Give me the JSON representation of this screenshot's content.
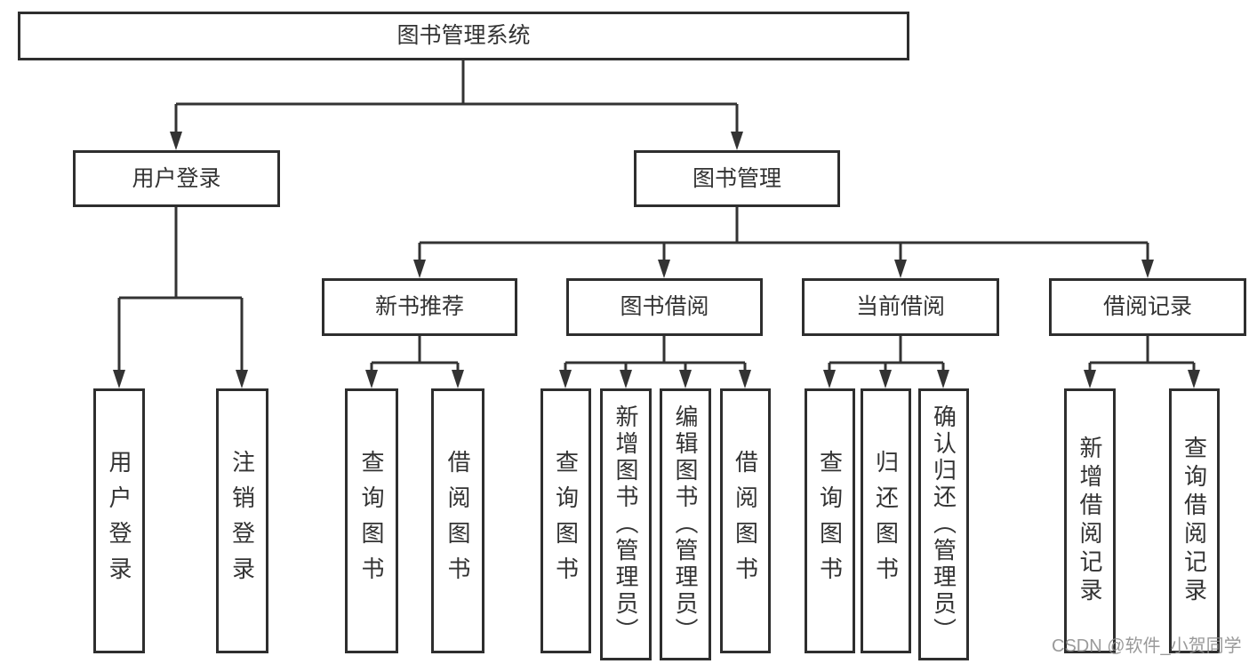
{
  "tree": {
    "root": {
      "label": "图书管理系统"
    },
    "branches": [
      {
        "label": "用户登录",
        "children": [
          {
            "label": "用户登录"
          },
          {
            "label": "注销登录"
          }
        ]
      },
      {
        "label": "图书管理",
        "children": [
          {
            "label": "新书推荐",
            "children": [
              {
                "label": "查询图书"
              },
              {
                "label": "借阅图书"
              }
            ]
          },
          {
            "label": "图书借阅",
            "children": [
              {
                "label": "查询图书"
              },
              {
                "label": "新增图书（管理员）"
              },
              {
                "label": "编辑图书（管理员）"
              },
              {
                "label": "借阅图书"
              }
            ]
          },
          {
            "label": "当前借阅",
            "children": [
              {
                "label": "查询图书"
              },
              {
                "label": "归还图书"
              },
              {
                "label": "确认归还（管理员）"
              }
            ]
          },
          {
            "label": "借阅记录",
            "children": [
              {
                "label": "新增借阅记录"
              },
              {
                "label": "查询借阅记录"
              }
            ]
          }
        ]
      }
    ]
  },
  "watermark": {
    "text": "CSDN @软件_小贺同学"
  },
  "colors": {
    "line": "#333333",
    "box_border": "#2e2e2e",
    "text": "#333333",
    "watermark": "#8c8c8c",
    "background": "#ffffff"
  }
}
